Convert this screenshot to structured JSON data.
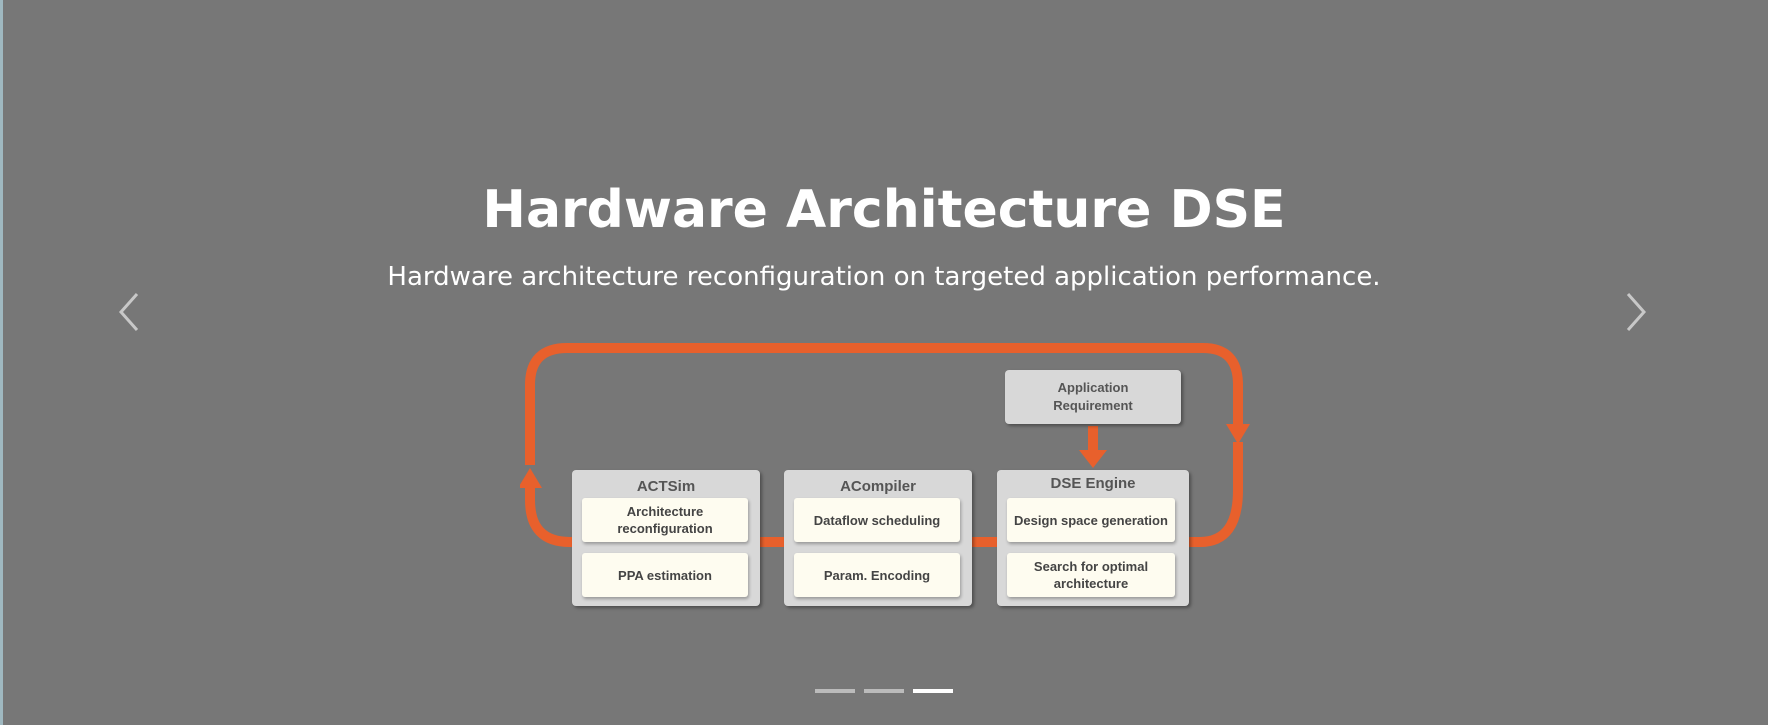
{
  "slide": {
    "title": "Hardware Architecture DSE",
    "subtitle": "Hardware architecture reconfiguration on targeted application performance."
  },
  "nav": {
    "prev_icon": "chevron-left-icon",
    "next_icon": "chevron-right-icon"
  },
  "diagram": {
    "requirement": "Application\nRequirement",
    "groups": [
      {
        "title": "ACTSim",
        "items": [
          "Architecture reconfiguration",
          "PPA estimation"
        ]
      },
      {
        "title": "ACompiler",
        "items": [
          "Dataflow scheduling",
          "Param. Encoding"
        ]
      },
      {
        "title": "DSE Engine",
        "items": [
          "Design space generation",
          "Search for optimal architecture"
        ]
      }
    ]
  },
  "indicators": {
    "count": 3,
    "active": 3
  },
  "colors": {
    "background": "#777777",
    "loop_arrow": "#e8602c",
    "group_fill": "#d8d8d8",
    "card_fill": "#fefcf0"
  }
}
